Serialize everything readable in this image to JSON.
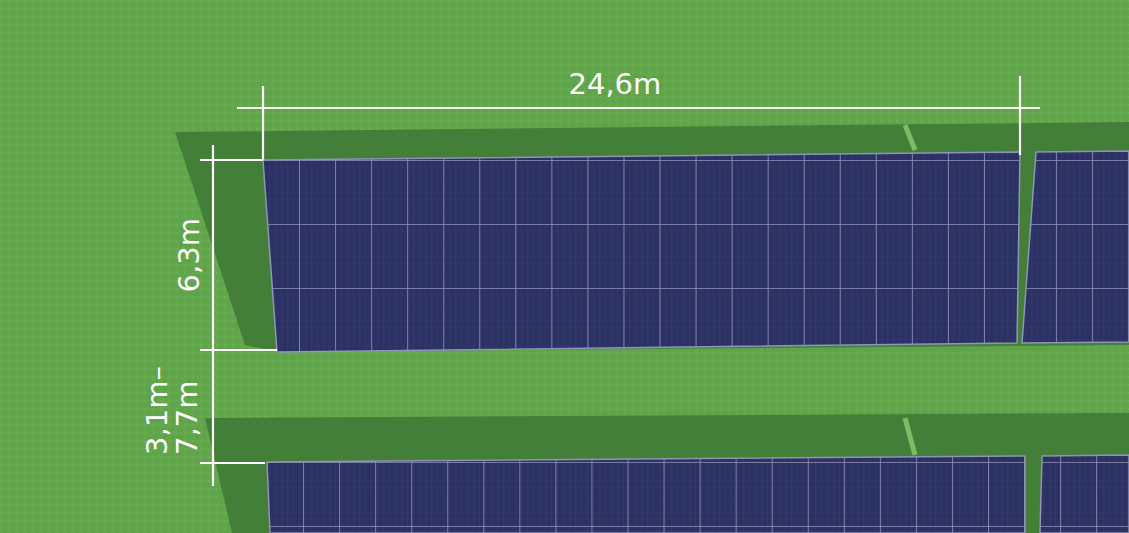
{
  "diagram": {
    "labels": [
      "24,6m",
      "6,3m",
      "3,1m– 7,7m"
    ]
  }
}
